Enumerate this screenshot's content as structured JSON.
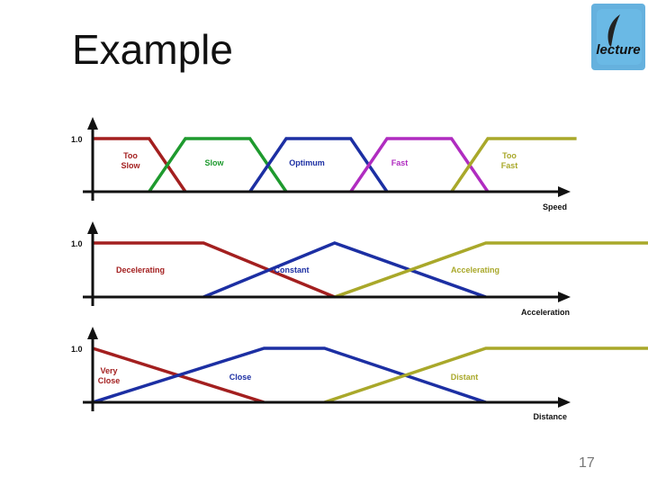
{
  "slide": {
    "title": "Example",
    "page_number": "17",
    "logo_text": "lecture",
    "logo_color": "#4aa3d8"
  },
  "colors": {
    "red": "#a31f1f",
    "green": "#1e9a2e",
    "blue": "#1c2fa3",
    "magenta": "#b02cc0",
    "olive": "#a9a82a",
    "axis": "#111111"
  },
  "chart_data": [
    {
      "type": "line",
      "xlabel": "Speed",
      "ylabel_tick": "1.0",
      "series": [
        {
          "name": "Too Slow",
          "label_lines": [
            "Too",
            "Slow"
          ],
          "color": "red",
          "points": [
            [
              0,
              1
            ],
            [
              0.28,
              1
            ],
            [
              0.46,
              0
            ]
          ]
        },
        {
          "name": "Slow",
          "color": "green",
          "points": [
            [
              0.28,
              0
            ],
            [
              0.46,
              1
            ],
            [
              0.78,
              1
            ],
            [
              0.96,
              0
            ]
          ]
        },
        {
          "name": "Optimum",
          "color": "blue",
          "points": [
            [
              0.78,
              0
            ],
            [
              0.96,
              1
            ],
            [
              1.28,
              1
            ],
            [
              1.46,
              0
            ]
          ]
        },
        {
          "name": "Fast",
          "color": "magenta",
          "points": [
            [
              1.28,
              0
            ],
            [
              1.46,
              1
            ],
            [
              1.78,
              1
            ],
            [
              1.96,
              0
            ]
          ]
        },
        {
          "name": "Too Fast",
          "label_lines": [
            "Too",
            "Fast"
          ],
          "color": "olive",
          "points": [
            [
              1.78,
              0
            ],
            [
              1.96,
              1
            ],
            [
              2.4,
              1
            ]
          ]
        }
      ]
    },
    {
      "type": "line",
      "xlabel": "Acceleration",
      "ylabel_tick": "1.0",
      "series": [
        {
          "name": "Decelerating",
          "color": "red",
          "points": [
            [
              0,
              1
            ],
            [
              0.55,
              1
            ],
            [
              1.2,
              0
            ]
          ]
        },
        {
          "name": "Constant",
          "color": "blue",
          "points": [
            [
              0.55,
              0
            ],
            [
              1.2,
              1
            ],
            [
              1.95,
              0
            ]
          ]
        },
        {
          "name": "Accelerating",
          "color": "olive",
          "points": [
            [
              1.2,
              0
            ],
            [
              1.95,
              1
            ],
            [
              2.8,
              1
            ]
          ]
        }
      ]
    },
    {
      "type": "line",
      "xlabel": "Distance",
      "ylabel_tick": "1.0",
      "series": [
        {
          "name": "Very Close",
          "label_lines": [
            "Very",
            "Close"
          ],
          "color": "red",
          "points": [
            [
              0,
              1
            ],
            [
              0.85,
              0
            ]
          ]
        },
        {
          "name": "Close",
          "color": "blue",
          "points": [
            [
              0,
              0
            ],
            [
              0.85,
              1
            ],
            [
              1.15,
              1
            ],
            [
              1.95,
              0
            ]
          ]
        },
        {
          "name": "Distant",
          "color": "olive",
          "points": [
            [
              1.15,
              0
            ],
            [
              1.95,
              1
            ],
            [
              3.1,
              1
            ]
          ]
        }
      ]
    }
  ]
}
